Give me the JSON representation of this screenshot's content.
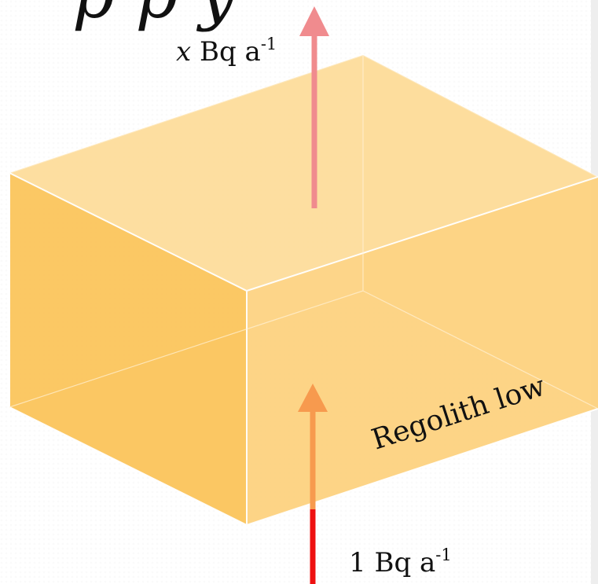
{
  "title_fragment": "p  p  y",
  "top_flux": {
    "var": "x",
    "unit": "Bq a",
    "exp": "-1"
  },
  "bottom_flux": {
    "value": "1",
    "unit": "Bq a",
    "exp": "-1"
  },
  "box_label": "Regolith low",
  "colors": {
    "box_fill": "#fcc865",
    "arrow_top": "#f08b8e",
    "arrow_inside": "#f79a4e",
    "arrow_bottom": "#ee1111"
  }
}
